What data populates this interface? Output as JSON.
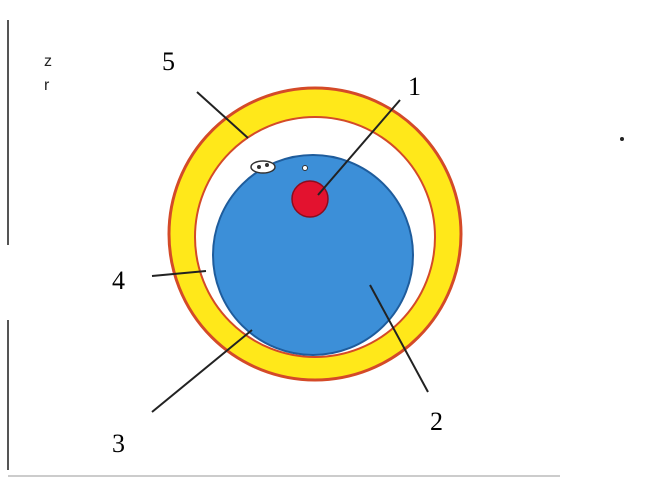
{
  "diagram": {
    "labels": {
      "nucleus": "1",
      "cytoplasm": "2",
      "perivitelline_space": "3",
      "membrane": "4",
      "zona": "5"
    },
    "clipped_text": {
      "line1": "z",
      "line2": "r"
    },
    "colors": {
      "outer_ring": "#FFE81A",
      "outer_ring_border": "#D44A28",
      "cytoplasm": "#3C8FD8",
      "nucleus": "#E3122F"
    }
  }
}
